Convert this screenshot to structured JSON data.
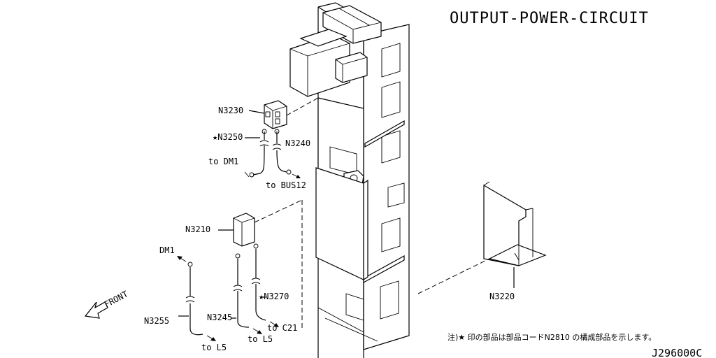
{
  "title": "OUTPUT-POWER-CIRCUIT",
  "diagram_code": "J296000C",
  "front_label": "FRONT",
  "note": "注)★ 印の部品は部品コードN2810 の構成部品を示します。",
  "parts": {
    "n3230": "N3230",
    "n3250": "★N3250",
    "n3240": "N3240",
    "n3210": "N3210",
    "n3255": "N3255",
    "n3245": "N3245",
    "n3270": "★N3270",
    "n3220": "N3220"
  },
  "destinations": {
    "to_dm1": "to DM1",
    "to_bus12": "to BUS12",
    "dm1": "DM1",
    "to_l5_a": "to L5",
    "to_l5_b": "to L5",
    "to_c21": "to C21"
  }
}
